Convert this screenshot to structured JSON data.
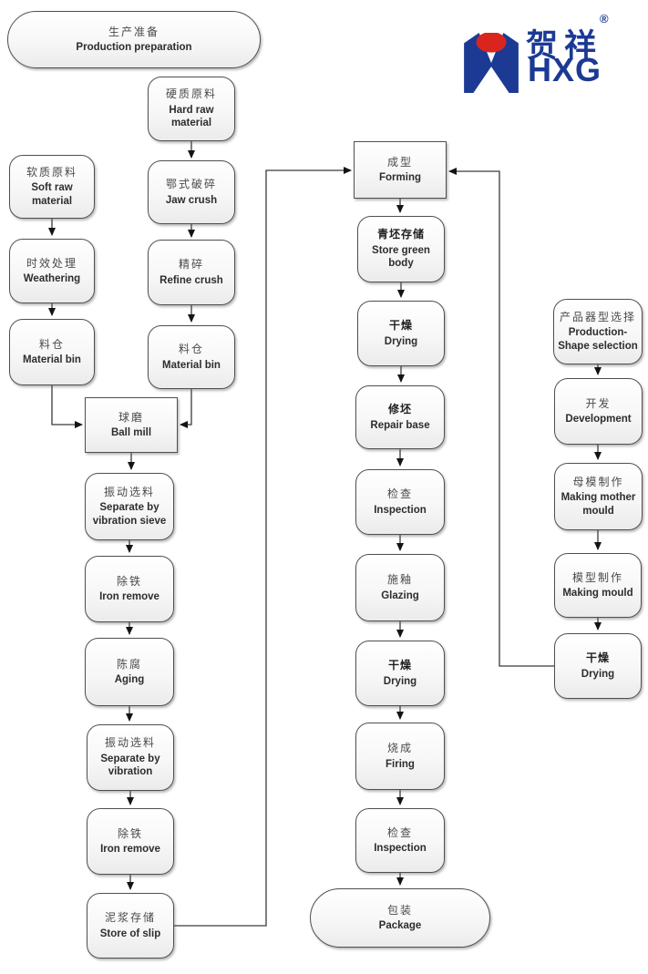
{
  "logo": {
    "brand_zh": "贺祥",
    "brand_en": "HXG",
    "registered": "®"
  },
  "colors": {
    "navy": "#1c3a94",
    "red": "#d9251d",
    "box_border": "#4f4f4f",
    "connector": "#3a3a3a",
    "text": "#2d2d2d"
  },
  "nodes": {
    "production_preparation": {
      "zh": "生产准备",
      "en": "Production preparation"
    },
    "hard_raw_material": {
      "zh": "硬质原料",
      "en": "Hard raw material"
    },
    "soft_raw_material": {
      "zh": "软质原料",
      "en": "Soft raw material"
    },
    "jaw_crush": {
      "zh": "鄂式破碎",
      "en": "Jaw crush"
    },
    "weathering": {
      "zh": "时效处理",
      "en": "Weathering"
    },
    "refine_crush": {
      "zh": "精碎",
      "en": "Refine crush"
    },
    "material_bin_left": {
      "zh": "料仓",
      "en": "Material bin"
    },
    "material_bin_right": {
      "zh": "料仓",
      "en": "Material bin"
    },
    "ball_mill": {
      "zh": "球磨",
      "en": "Ball mill"
    },
    "separate_by_vibration_sieve": {
      "zh": "振动选料",
      "en": "Separate by vibration sieve"
    },
    "iron_remove_1": {
      "zh": "除铁",
      "en": "Iron remove"
    },
    "aging": {
      "zh": "陈腐",
      "en": "Aging"
    },
    "separate_by_vibration": {
      "zh": "振动选料",
      "en": "Separate by vibration"
    },
    "iron_remove_2": {
      "zh": "除铁",
      "en": "Iron remove"
    },
    "store_of_slip": {
      "zh": "泥浆存储",
      "en": "Store of slip"
    },
    "forming": {
      "zh": "成型",
      "en": "Forming"
    },
    "store_green_body": {
      "zh": "青坯存储",
      "en": "Store green body"
    },
    "drying_1": {
      "zh": "干燥",
      "en": "Drying"
    },
    "repair_base": {
      "zh": "修坯",
      "en": "Repair base"
    },
    "inspection_1": {
      "zh": "检查",
      "en": "Inspection"
    },
    "glazing": {
      "zh": "施釉",
      "en": "Glazing"
    },
    "drying_2": {
      "zh": "干燥",
      "en": "Drying"
    },
    "firing": {
      "zh": "烧成",
      "en": "Firing"
    },
    "inspection_2": {
      "zh": "检查",
      "en": "Inspection"
    },
    "package": {
      "zh": "包装",
      "en": "Package"
    },
    "product_shape_selection": {
      "zh": "产品器型选择",
      "en": "Production-Shape selection"
    },
    "development": {
      "zh": "开发",
      "en": "Development"
    },
    "making_mother_mould": {
      "zh": "母模制作",
      "en": "Making mother mould"
    },
    "making_mould": {
      "zh": "模型制作",
      "en": "Making mould"
    },
    "drying_3": {
      "zh": "干燥",
      "en": "Drying"
    }
  }
}
